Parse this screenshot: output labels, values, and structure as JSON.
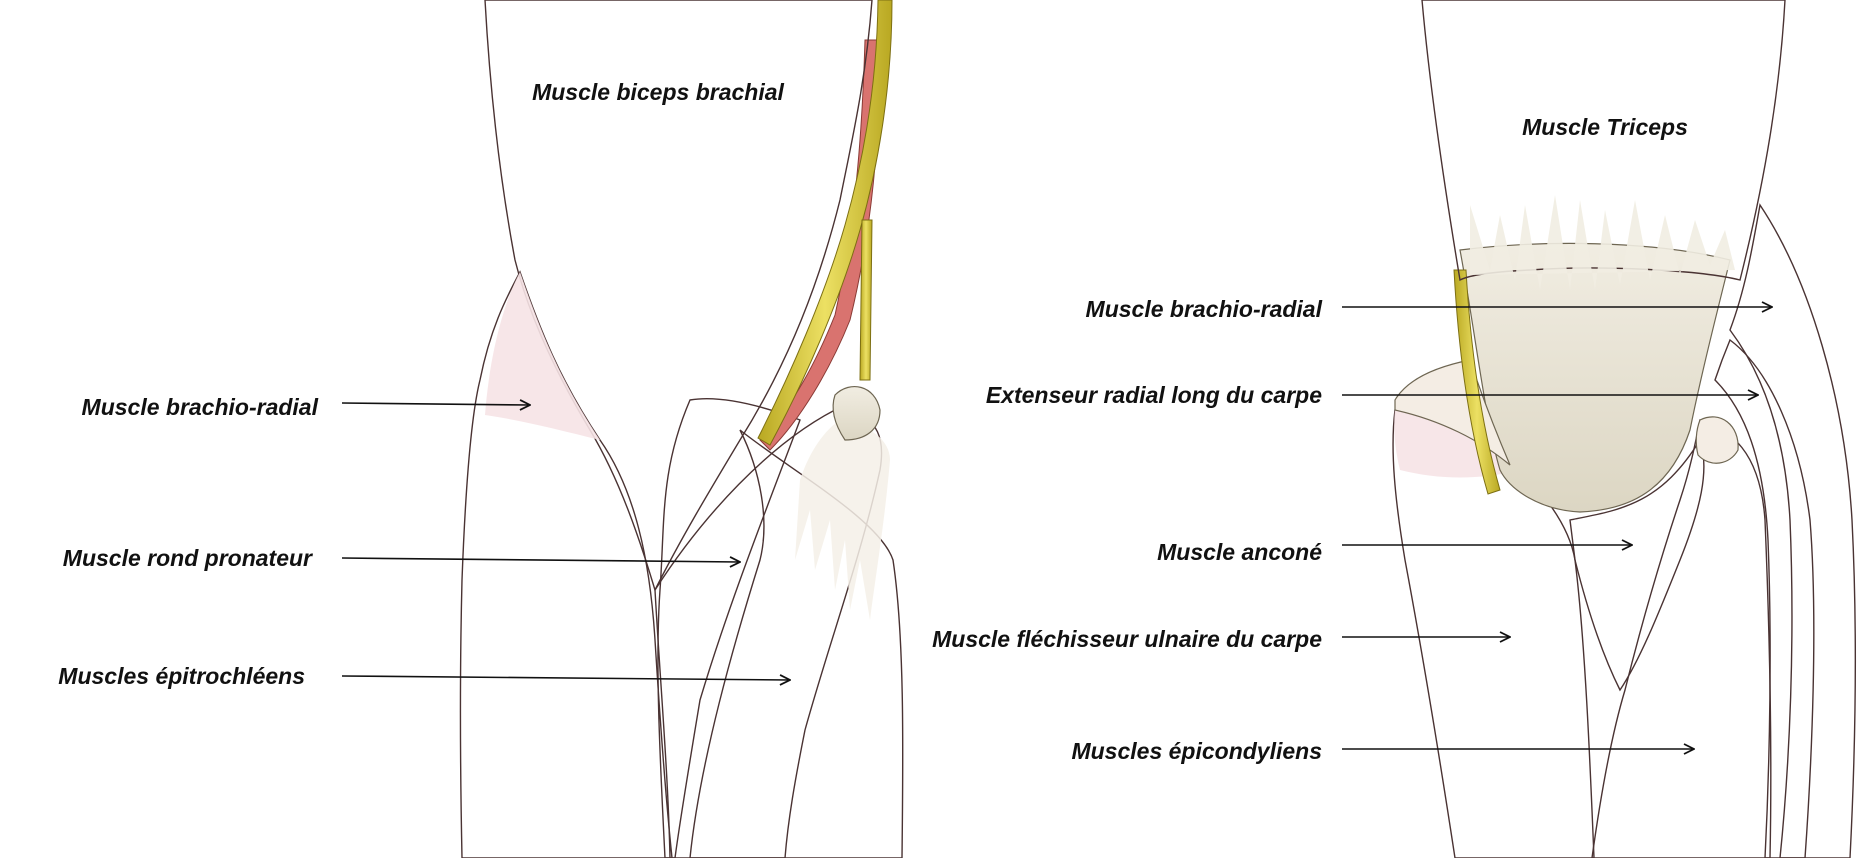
{
  "left_view": {
    "labels": {
      "biceps": "Muscle biceps brachial",
      "brachioradial": "Muscle brachio-radial",
      "rond_pronateur": "Muscle rond pronateur",
      "epitrochleens": "Muscles épitrochléens"
    }
  },
  "right_view": {
    "labels": {
      "triceps": "Muscle Triceps",
      "brachioradial": "Muscle brachio-radial",
      "extenseur_radial": "Extenseur radial long du carpe",
      "ancone": "Muscle anconé",
      "flechisseur_ulnaire": "Muscle fléchisseur ulnaire du carpe",
      "epicondyliens": "Muscles épicondyliens"
    }
  },
  "colors": {
    "muscle_light": "#f2d6d8",
    "muscle_mid": "#e8b7b9",
    "muscle_dark": "#d99a9e",
    "tendon": "#e9e4d6",
    "nerve": "#d8c63a",
    "artery": "#d9736f",
    "outline": "#4a3333"
  }
}
